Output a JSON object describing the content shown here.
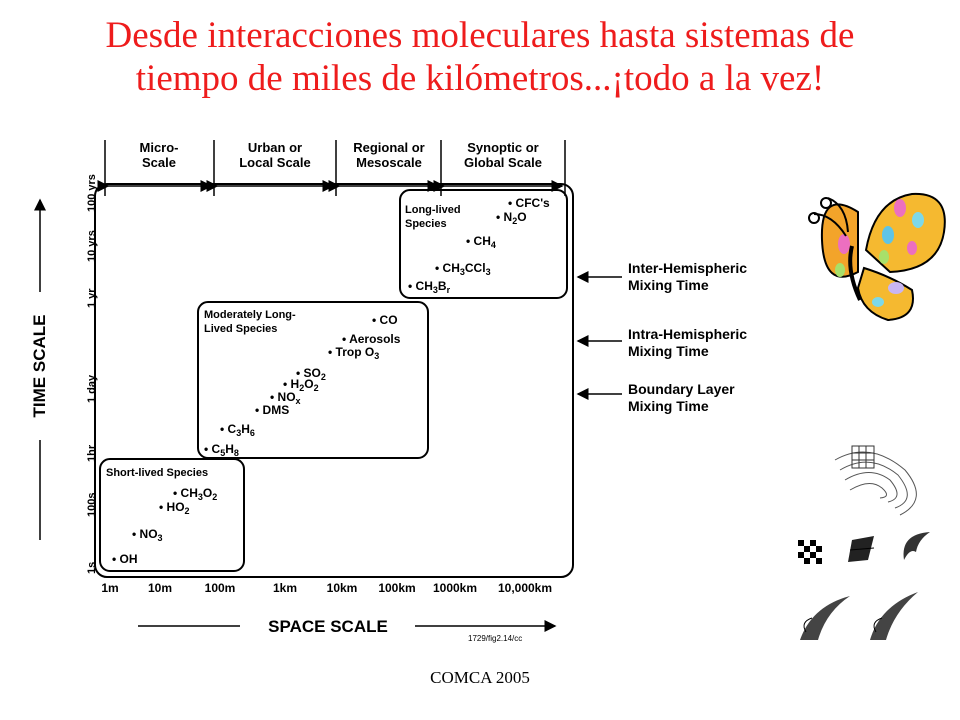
{
  "title": {
    "line1": "Desde interacciones moleculares hasta sistemas de",
    "line2": "tiempo de miles de kilómetros...¡todo a la vez!"
  },
  "footer": "COMCA 2005",
  "diagram": {
    "scale_headers": [
      {
        "line1": "Micro-",
        "line2": "Scale"
      },
      {
        "line1": "Urban or",
        "line2": "Local Scale"
      },
      {
        "line1": "Regional or",
        "line2": "Mesoscale"
      },
      {
        "line1": "Synoptic or",
        "line2": "Global Scale"
      }
    ],
    "time_axis_label": "TIME SCALE",
    "time_ticks": [
      "1s",
      "100s",
      "1hr",
      "1 day",
      "1 yr",
      "10 yrs",
      "100 yrs"
    ],
    "space_axis_label": "SPACE SCALE",
    "space_ticks": [
      "1m",
      "10m",
      "100m",
      "1km",
      "10km",
      "100km",
      "1000km",
      "10,000km"
    ],
    "figure_ref": "1729/fig2.14/cc",
    "groups": {
      "long_lived": {
        "label1": "Long-lived",
        "label2": "Species",
        "species": [
          "CFC's",
          "N2O",
          "CH4",
          "CH3CCl3",
          "CH3Br"
        ]
      },
      "moderate": {
        "label1": "Moderately Long-",
        "label2": "Lived Species",
        "species": [
          "CO",
          "Aerosols",
          "Trop O3",
          "SO2",
          "H2O2",
          "NOx",
          "DMS",
          "C3H6",
          "C5H8"
        ]
      },
      "short_lived": {
        "label1": "Short-lived Species",
        "species": [
          "CH3O2",
          "HO2",
          "NO3",
          "OH"
        ]
      }
    },
    "mixing_times": [
      {
        "line1": "Inter-Hemispheric",
        "line2": "Mixing Time"
      },
      {
        "line1": "Intra-Hemispheric",
        "line2": "Mixing Time"
      },
      {
        "line1": "Boundary Layer",
        "line2": "Mixing Time"
      }
    ]
  }
}
